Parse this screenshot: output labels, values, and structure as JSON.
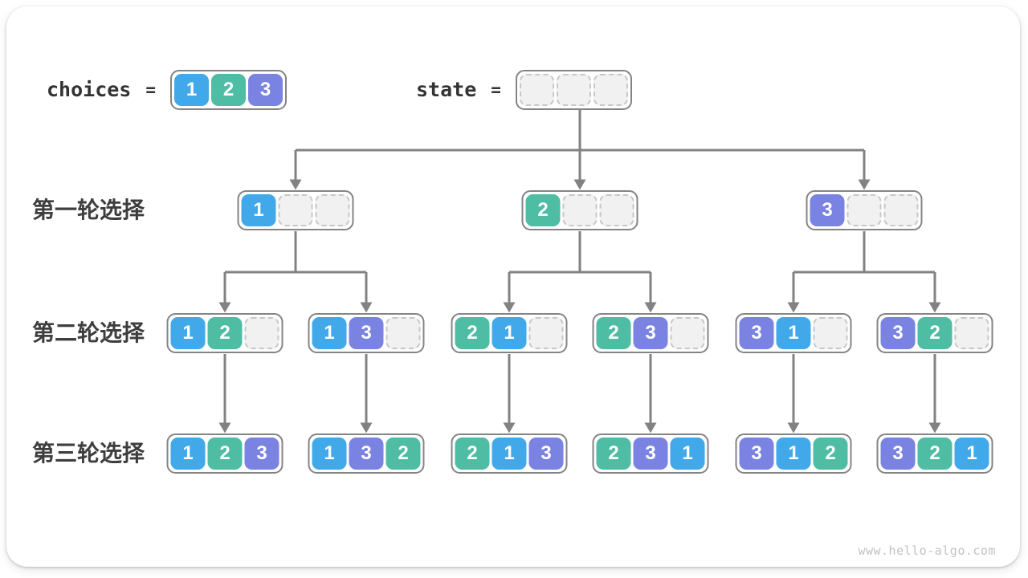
{
  "header": {
    "choices_label": "choices",
    "equals_sign": "=",
    "state_label": "state",
    "choices_values": [
      1,
      2,
      3
    ],
    "state_values": [
      null,
      null,
      null
    ]
  },
  "round_labels": [
    "第一轮选择",
    "第二轮选择",
    "第三轮选择"
  ],
  "tree": {
    "level1": [
      [
        1,
        null,
        null
      ],
      [
        2,
        null,
        null
      ],
      [
        3,
        null,
        null
      ]
    ],
    "level2": [
      [
        1,
        2,
        null
      ],
      [
        1,
        3,
        null
      ],
      [
        2,
        1,
        null
      ],
      [
        2,
        3,
        null
      ],
      [
        3,
        1,
        null
      ],
      [
        3,
        2,
        null
      ]
    ],
    "level3": [
      [
        1,
        2,
        3
      ],
      [
        1,
        3,
        2
      ],
      [
        2,
        1,
        3
      ],
      [
        2,
        3,
        1
      ],
      [
        3,
        1,
        2
      ],
      [
        3,
        2,
        1
      ]
    ]
  },
  "colors": {
    "value_1": "#41A9EA",
    "value_2": "#4FBCA4",
    "value_3": "#7A83E2",
    "arrow": "#828282",
    "node_border": "#848484",
    "empty_cell_fill": "#F1F1F2",
    "empty_cell_border": "#C7C7C7",
    "label_text": "#3E3E3E",
    "header_text": "#333333",
    "watermark_text": "#C2C2C2"
  },
  "watermark": "www.hello-algo.com"
}
